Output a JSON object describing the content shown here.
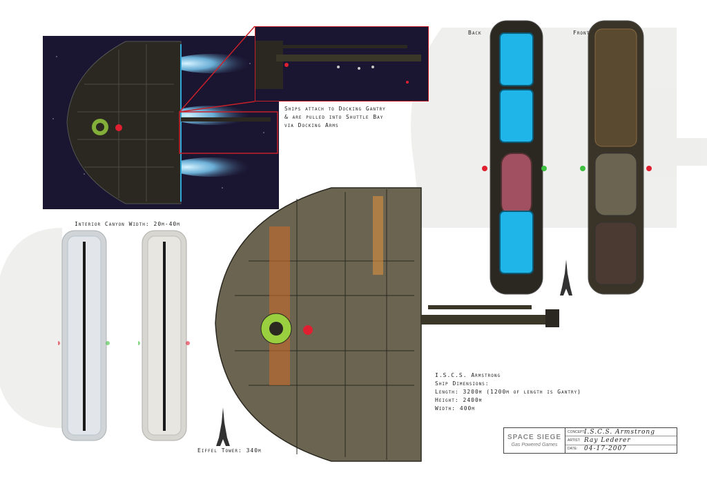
{
  "callout": {
    "docking": "Ships attach to Docking Gantry & are pulled into Shuttle Bay via Docking Arms"
  },
  "views": {
    "back": "Back",
    "front": "Front"
  },
  "canyon": {
    "label": "Interior Canyon Width: 20m-40m"
  },
  "eiffel": {
    "label": "Eiffel Tower: 340m"
  },
  "specs": {
    "name": "I.S.C.S. Armstrong",
    "heading": "Ship Dimensions:",
    "length": "Length: 3200m (1200m of length is Gantry)",
    "height": "Height: 2400m",
    "width": "Width: 400m"
  },
  "title_block": {
    "game": "SPACE SIEGE",
    "studio": "Gas Powered Games",
    "concept_key": "Concept:",
    "concept": "I.S.C.S. Armstrong",
    "artist_key": "Artist:",
    "artist": "Ray Lederer",
    "date_key": "Date:",
    "date": "04-17-2007"
  },
  "colors": {
    "space": "#1a1530",
    "hull": "#6b6450",
    "hull_dark": "#2a2820",
    "engine_glow": "#7fd4ff",
    "accent_red": "#c8202a",
    "accent_green": "#9ad040",
    "cyan_panel": "#1fb5e8"
  }
}
